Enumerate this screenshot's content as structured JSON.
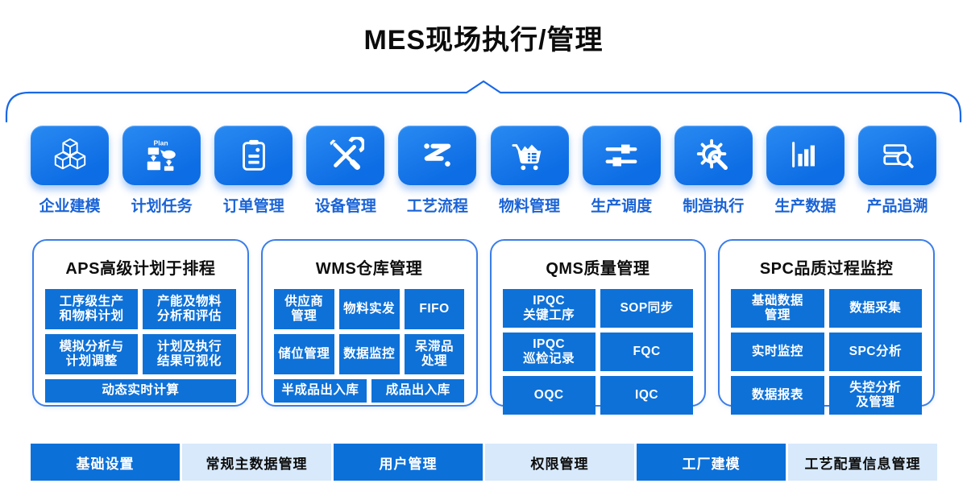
{
  "title": "MES现场执行/管理",
  "colors": {
    "tile_blue": "#0d6de4",
    "cell_blue": "#0e71d8",
    "light_blue": "#d7e9fb",
    "label_blue": "#1a63d6",
    "outline_blue": "#3b7de8"
  },
  "modules": [
    {
      "label": "企业建模",
      "icon": "cubes-icon"
    },
    {
      "label": "计划任务",
      "icon": "plan-flowchart-icon",
      "icon_text": "Plan"
    },
    {
      "label": "订单管理",
      "icon": "clipboard-icon"
    },
    {
      "label": "设备管理",
      "icon": "tools-icon"
    },
    {
      "label": "工艺流程",
      "icon": "process-flow-icon"
    },
    {
      "label": "物料管理",
      "icon": "material-cart-icon"
    },
    {
      "label": "生产调度",
      "icon": "sliders-icon"
    },
    {
      "label": "制造执行",
      "icon": "gear-wrench-icon"
    },
    {
      "label": "生产数据",
      "icon": "bar-chart-icon"
    },
    {
      "label": "产品追溯",
      "icon": "trace-search-icon"
    }
  ],
  "boxes": [
    {
      "title": "APS高级计划于排程",
      "cells": [
        {
          "text": "工序级生产\n和物料计划"
        },
        {
          "text": "产能及物料\n分析和评估"
        },
        {
          "text": "模拟分析与\n计划调整"
        },
        {
          "text": "计划及执行\n结果可视化"
        },
        {
          "text": "动态实时计算"
        }
      ]
    },
    {
      "title": "WMS仓库管理",
      "cells": [
        {
          "text": "供应商\n管理"
        },
        {
          "text": "物料实发"
        },
        {
          "text": "FIFO"
        },
        {
          "text": "储位管理"
        },
        {
          "text": "数据监控"
        },
        {
          "text": "呆滞品\n处理"
        },
        {
          "text": "半成品出入库"
        },
        {
          "text": "成品出入库"
        }
      ]
    },
    {
      "title": "QMS质量管理",
      "cells": [
        {
          "text": "IPQC\n关键工序"
        },
        {
          "text": "SOP同步"
        },
        {
          "text": "IPQC\n巡检记录"
        },
        {
          "text": "FQC"
        },
        {
          "text": "OQC"
        },
        {
          "text": "IQC"
        }
      ]
    },
    {
      "title": "SPC品质过程监控",
      "cells": [
        {
          "text": "基础数据\n管理"
        },
        {
          "text": "数据采集"
        },
        {
          "text": "实时监控"
        },
        {
          "text": "SPC分析"
        },
        {
          "text": "数据报表"
        },
        {
          "text": "失控分析\n及管理"
        }
      ]
    }
  ],
  "bottom_nav": [
    {
      "label": "基础设置",
      "style": "primary"
    },
    {
      "label": "常规主数据管理",
      "style": "light"
    },
    {
      "label": "用户管理",
      "style": "primary"
    },
    {
      "label": "权限管理",
      "style": "light"
    },
    {
      "label": "工厂建模",
      "style": "primary"
    },
    {
      "label": "工艺配置信息管理",
      "style": "light"
    }
  ]
}
